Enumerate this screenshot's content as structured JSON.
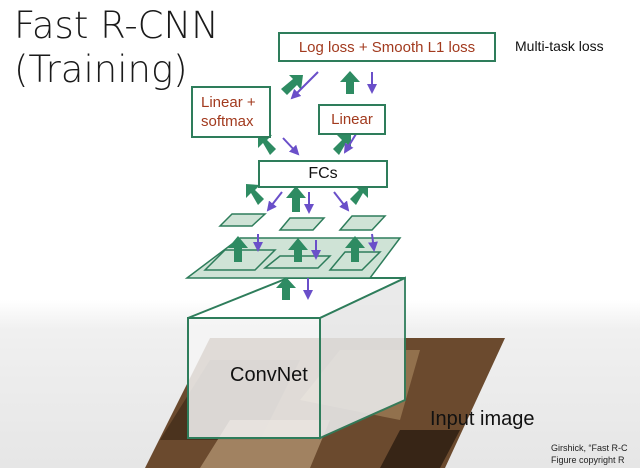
{
  "title": {
    "line1": "Fast R-CNN",
    "line2": "(Training)"
  },
  "boxes": {
    "loss": "Log loss + Smooth L1 loss",
    "linear_softmax_line1": "Linear +",
    "linear_softmax_line2": "softmax",
    "linear": "Linear",
    "fcs": "FCs",
    "convnet": "ConvNet"
  },
  "labels": {
    "multitask": "Multi-task loss",
    "input_image": "Input image"
  },
  "citation": {
    "line1": "Girshick, “Fast R-C",
    "line2": "Figure copyright R"
  },
  "colors": {
    "green": "#2e8b62",
    "purple": "#6a4fc9",
    "loss_text": "#a23a1e"
  }
}
